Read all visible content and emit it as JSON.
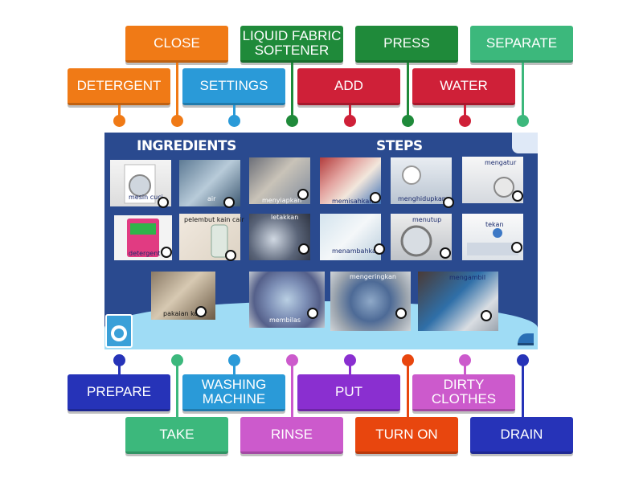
{
  "labels_top": [
    {
      "id": "close",
      "text": "CLOSE",
      "color": "#f07a16"
    },
    {
      "id": "liquid",
      "text": "LIQUID FABRIC SOFTENER",
      "color": "#1f8a3a"
    },
    {
      "id": "press",
      "text": "PRESS",
      "color": "#1f8a3a"
    },
    {
      "id": "separate",
      "text": "SEPARATE",
      "color": "#3cb87c"
    },
    {
      "id": "detergent",
      "text": "DETERGENT",
      "color": "#f07a16"
    },
    {
      "id": "settings",
      "text": "SETTINGS",
      "color": "#2a9ad8"
    },
    {
      "id": "add",
      "text": "ADD",
      "color": "#cf2038"
    },
    {
      "id": "water",
      "text": "WATER",
      "color": "#cf2038"
    }
  ],
  "labels_bottom": [
    {
      "id": "prepare",
      "text": "PREPARE",
      "color": "#2633b8"
    },
    {
      "id": "washing",
      "text": "WASHING MACHINE",
      "color": "#2a9ad8"
    },
    {
      "id": "put",
      "text": "PUT",
      "color": "#8a2fd0"
    },
    {
      "id": "dirty",
      "text": "DIRTY CLOTHES",
      "color": "#cc5acc"
    },
    {
      "id": "take",
      "text": "TAKE",
      "color": "#3cb87c"
    },
    {
      "id": "rinse",
      "text": "RINSE",
      "color": "#cc5acc"
    },
    {
      "id": "turnon",
      "text": "TURN ON",
      "color": "#e8460e"
    },
    {
      "id": "drain",
      "text": "DRAIN",
      "color": "#2633b8"
    }
  ],
  "board": {
    "ingredients_heading": "INGREDIENTS",
    "steps_heading": "STEPS",
    "captions": {
      "mesin_cuci": "mesin cuci",
      "air": "air",
      "menyiapkan": "menyiapkan",
      "memisahkan": "memisahkan",
      "menghidupkan": "menghidupkan",
      "mengatur": "mengatur",
      "detergent": "detergent",
      "pelembut": "pelembut kain cair",
      "letakkan": "letakkan",
      "menambahkan": "menambahkan",
      "menutup": "menutup",
      "tekan": "tekan",
      "pakaian_kotor": "pakaian kotor",
      "membilas": "membilas",
      "mengeringkan": "mengeringkan",
      "mengambil": "mengambil"
    }
  }
}
